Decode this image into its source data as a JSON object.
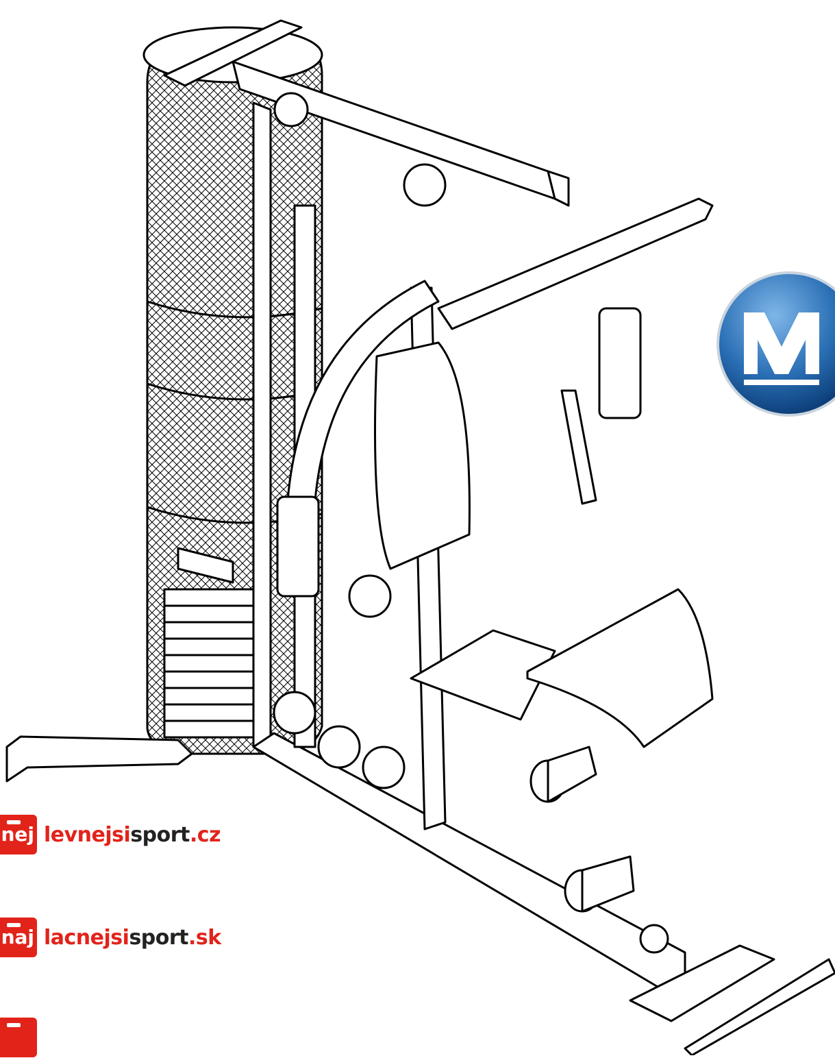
{
  "shops": [
    {
      "tag": "nej",
      "name_a": "levnejsi",
      "name_b": "sport",
      "name_c": ".cz"
    },
    {
      "tag": "naj",
      "name_a": "lacnejsi",
      "name_b": "sport",
      "name_c": ".sk"
    },
    {
      "tag": "",
      "name_a": "",
      "name_b": "",
      "name_c": ""
    }
  ],
  "logo": {
    "icon": "mm-logo-icon",
    "text": "M"
  },
  "illustration": {
    "icon": "home-gym-machine-icon",
    "stroke": "#000000"
  },
  "colors": {
    "brand_red": "#e2231a",
    "logo_blue": "#2a6fb5"
  }
}
